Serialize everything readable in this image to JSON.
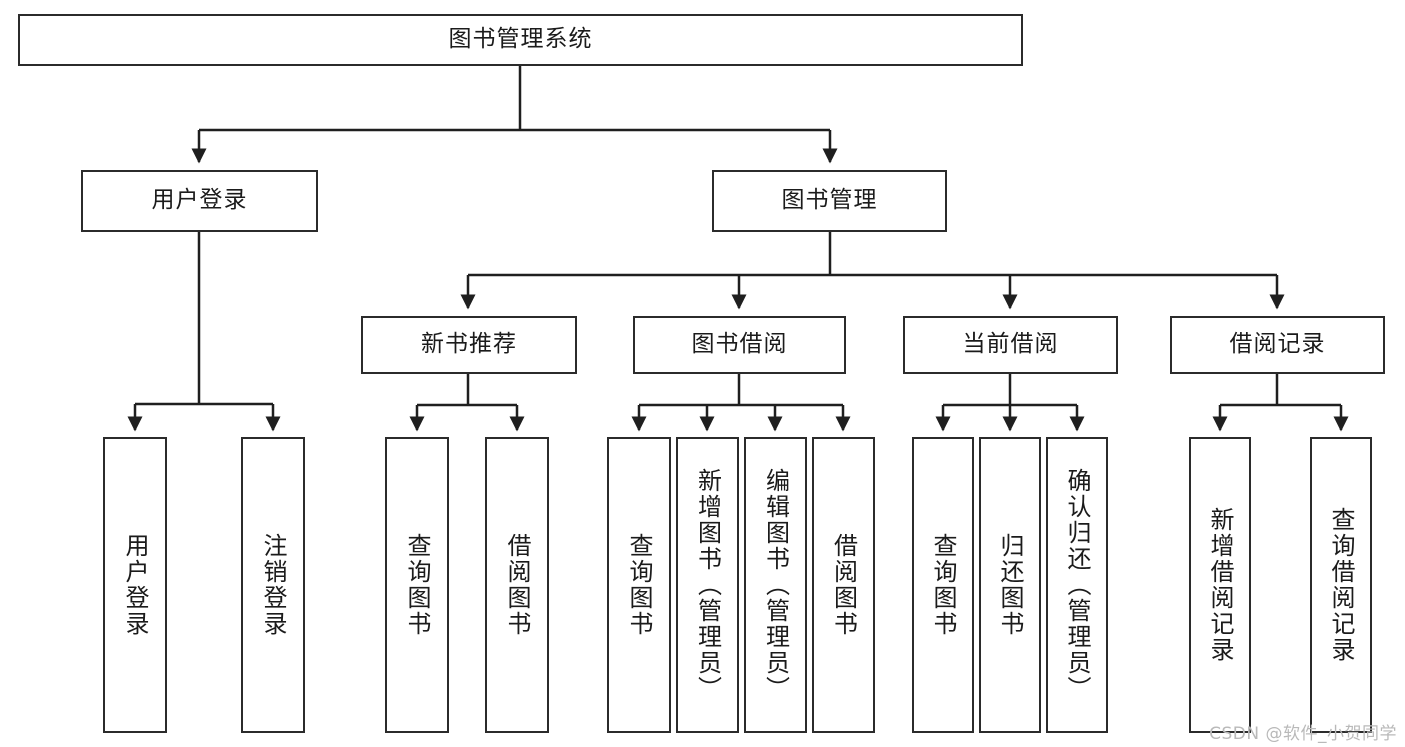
{
  "diagram": {
    "title": "图书管理系统",
    "type": "hierarchy-tree",
    "colors": {
      "box_border": "#2b2b2b",
      "box_fill": "#ffffff",
      "connector": "#1f1f1f",
      "watermark": "#b9b9b9",
      "background": "#ffffff"
    },
    "root": {
      "label": "图书管理系统"
    },
    "level2": [
      {
        "label": "用户登录"
      },
      {
        "label": "图书管理"
      }
    ],
    "level3": [
      {
        "label": "新书推荐"
      },
      {
        "label": "图书借阅"
      },
      {
        "label": "当前借阅"
      },
      {
        "label": "借阅记录"
      }
    ],
    "leaves": {
      "user_login": [
        {
          "label": "用户登录"
        },
        {
          "label": "注销登录"
        }
      ],
      "new_book_recommend": [
        {
          "label": "查询图书"
        },
        {
          "label": "借阅图书"
        }
      ],
      "book_borrow": [
        {
          "label": "查询图书"
        },
        {
          "label": "新增图书（管理员）"
        },
        {
          "label": "编辑图书（管理员）"
        },
        {
          "label": "借阅图书"
        }
      ],
      "current_borrow": [
        {
          "label": "查询图书"
        },
        {
          "label": "归还图书"
        },
        {
          "label": "确认归还（管理员）"
        }
      ],
      "borrow_record": [
        {
          "label": "新增借阅记录"
        },
        {
          "label": "查询借阅记录"
        }
      ]
    }
  },
  "watermark": {
    "text": "CSDN @软件_小贺同学"
  }
}
